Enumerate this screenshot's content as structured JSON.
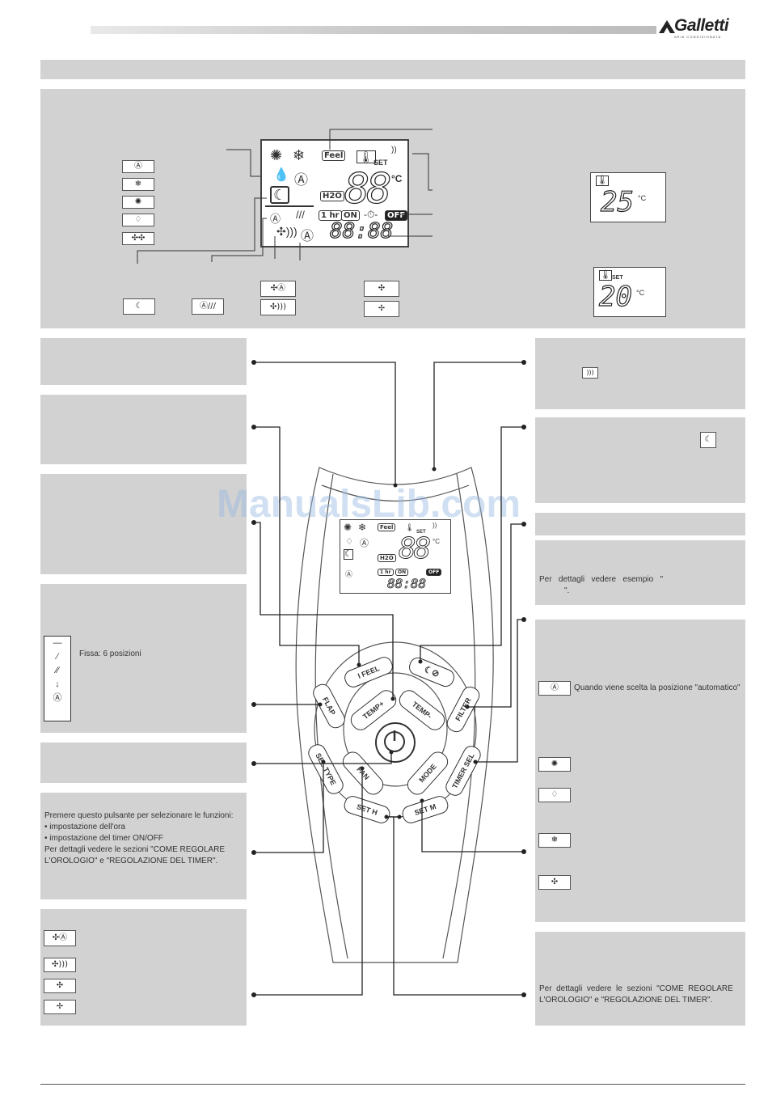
{
  "brand": {
    "name": "Galletti",
    "tagline": "A R I A   C O N D I Z I O N A T A"
  },
  "lcd": {
    "feel": "Feel",
    "set": "SET",
    "h2o": "H2O",
    "hr": "1 hr",
    "on": "ON",
    "off": "OFF",
    "celsius": "°C",
    "temp_digits": "88",
    "time_digits": "88:88",
    "ex1_digits": "25",
    "ex2_digits": "20"
  },
  "remote_buttons": {
    "ifeel": "I FEEL",
    "temp_plus": "TEMP+",
    "temp_minus": "TEMP-",
    "flap": "FLAP",
    "filter": "FILTER",
    "sel_type": "SEL TYPE",
    "fan": "FAN",
    "mode": "MODE",
    "timer_sel": "TIMER SEL",
    "set_h": "SET H",
    "set_m": "SET M"
  },
  "watermark": "ManualsLib.com",
  "texts": {
    "flap_positions": "Fissa: 6 posizioni",
    "sel_type_intro": "Premere questo pulsante per selezionare le funzioni:",
    "sel_type_item1": "•  impostazione dell'ora",
    "sel_type_item2": "•  impostazione del timer ON/OFF",
    "sel_type_note1": "Per dettagli vedere le sezioni \"COME REGOLARE",
    "sel_type_note2": "L'OROLOGIO\" e \"REGOLAZIONE DEL TIMER\".",
    "filter_note1": "Per   dettagli   vedere   esempio   \"",
    "filter_note2": "\".",
    "mode_auto": "Quando viene scelta la posizione \"automatico\"",
    "setm_note1": "Per  dettagli  vedere  le  sezioni  \"COME  REGOLARE",
    "setm_note2": "L'OROLOGIO\" e \"REGOLAZIONE DEL TIMER\"."
  },
  "icons": {
    "auto": "auto-icon",
    "snow": "cool-icon",
    "sun": "heat-icon",
    "drop": "dry-icon",
    "fan": "fan-icon",
    "moon": "sleep-icon",
    "signal": "signal-icon"
  }
}
